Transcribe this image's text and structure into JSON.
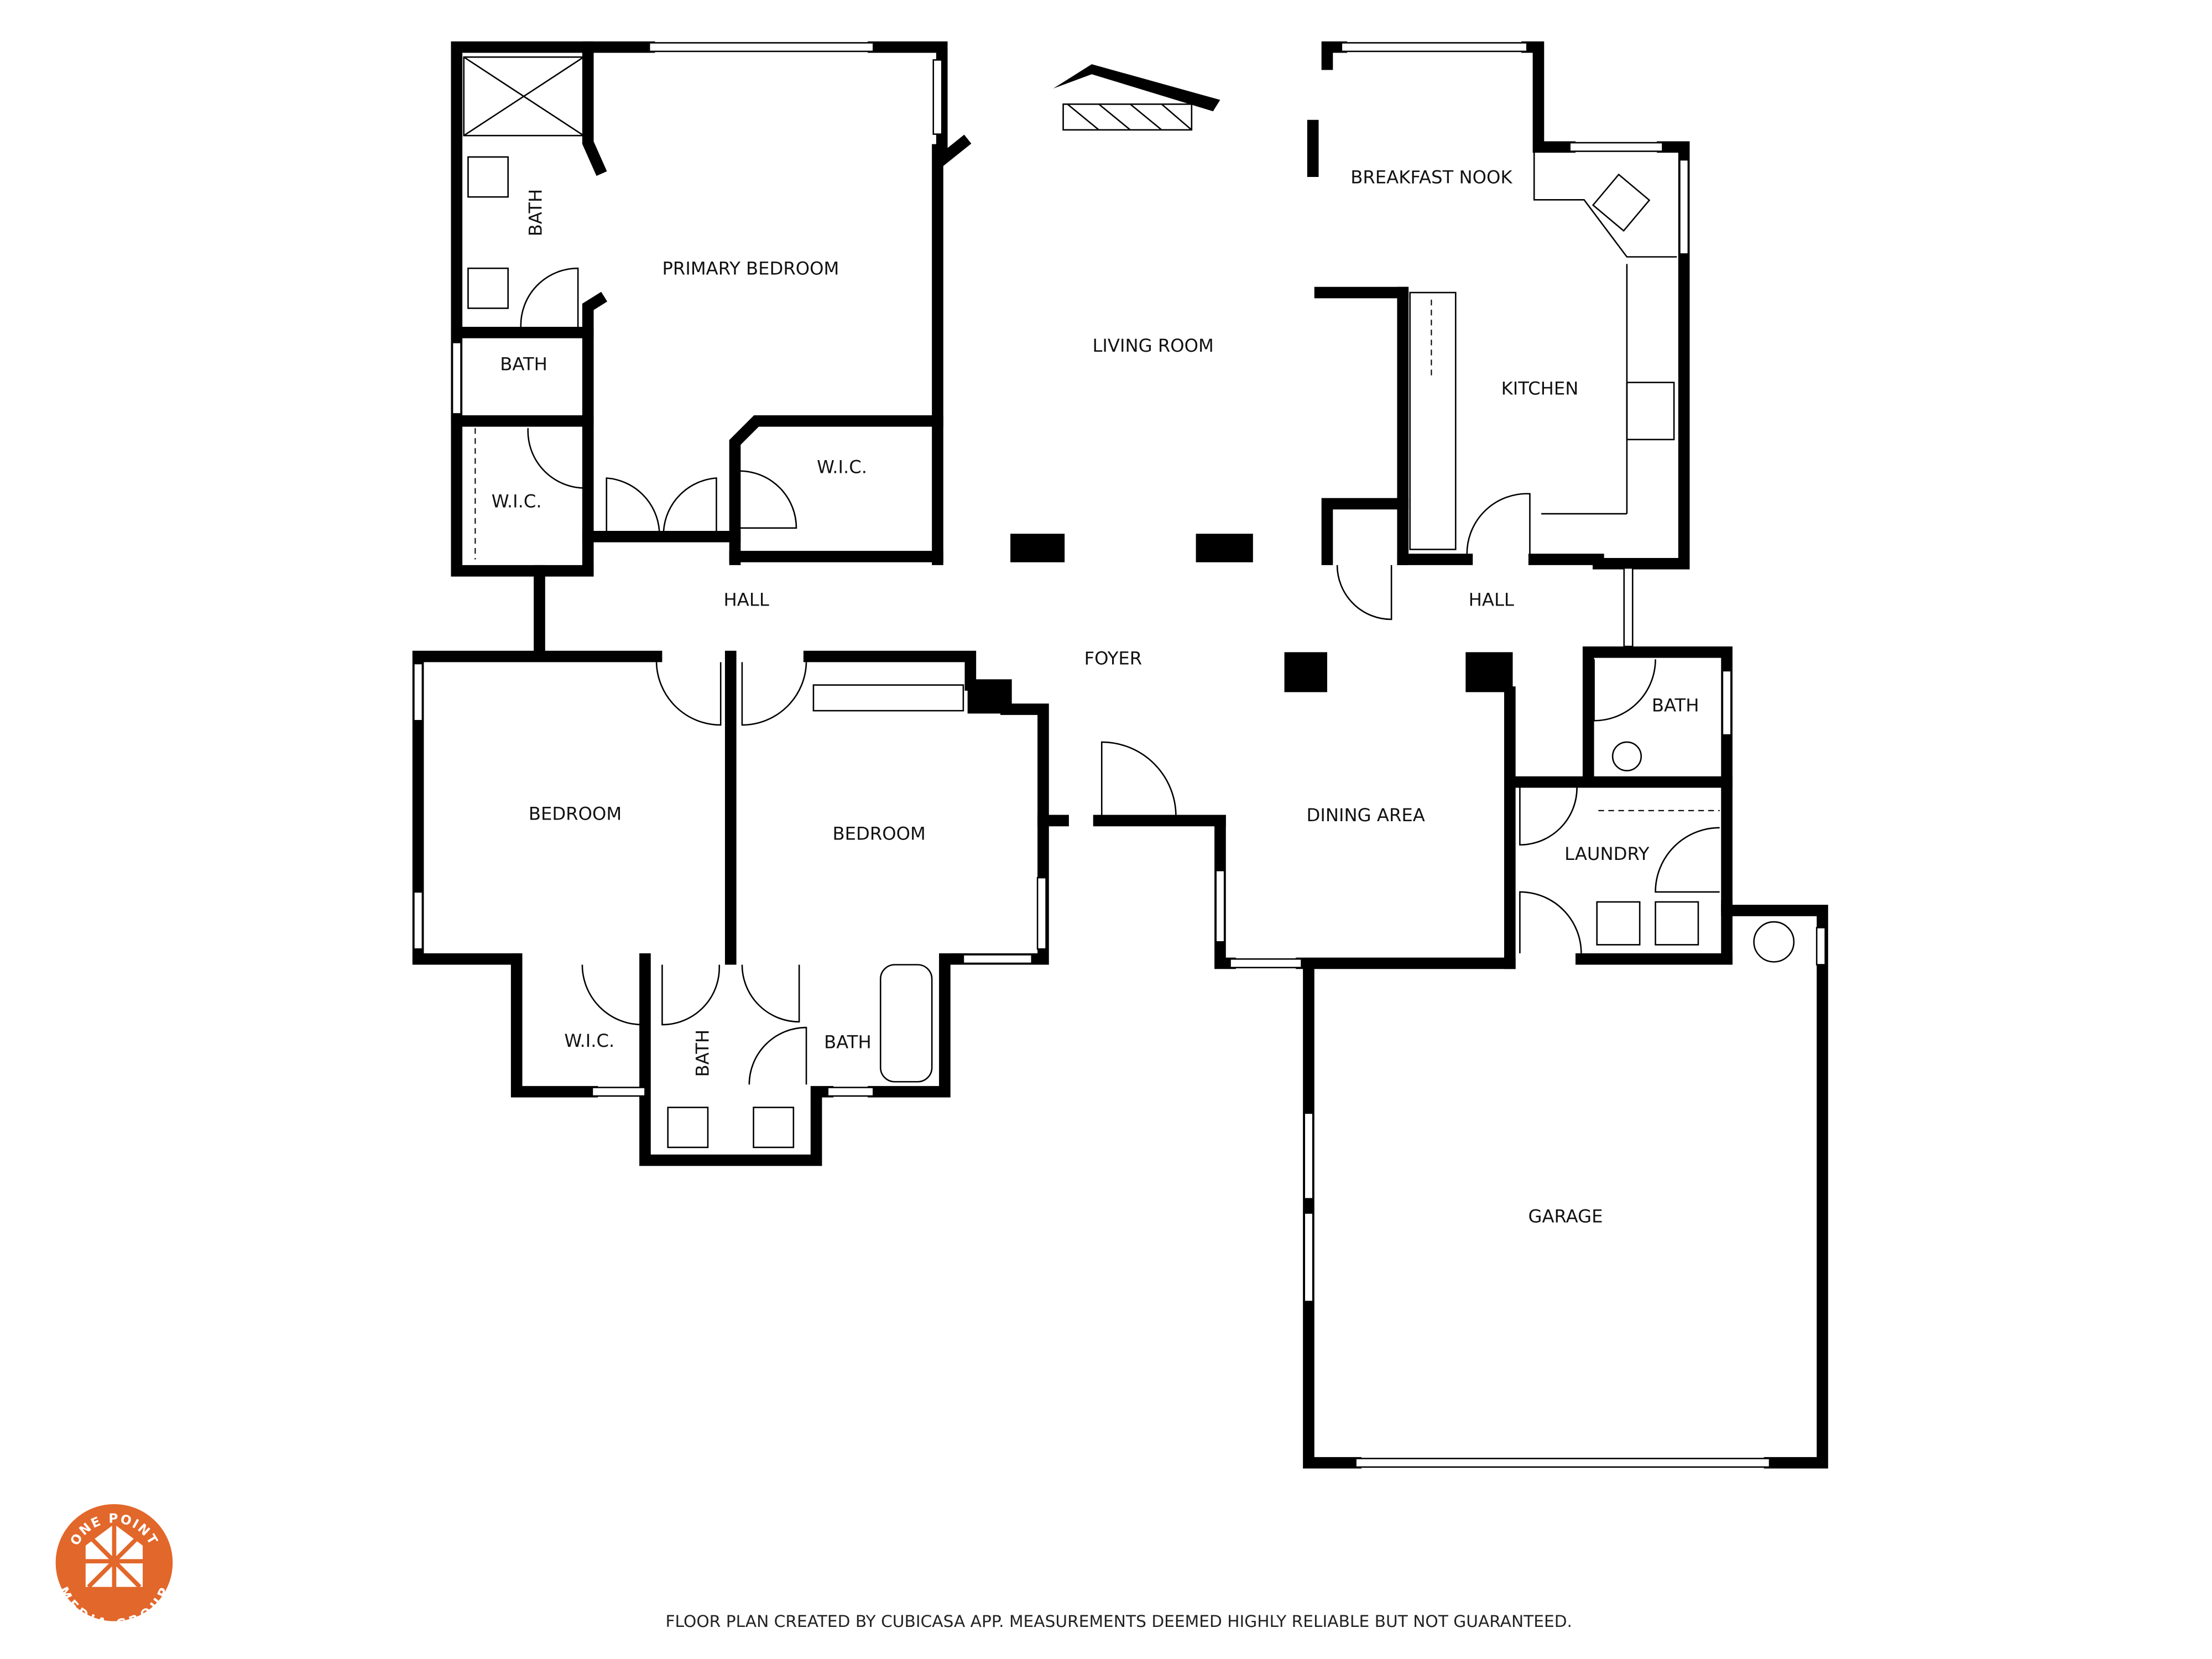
{
  "rooms": {
    "primary_bedroom": "PRIMARY BEDROOM",
    "primary_bath": "BATH",
    "half_bath": "BATH",
    "primary_wic_left": "W.I.C.",
    "primary_wic_right": "W.I.C.",
    "living_room": "LIVING ROOM",
    "breakfast_nook": "BREAKFAST NOOK",
    "kitchen": "KITCHEN",
    "hall_left": "HALL",
    "hall_right": "HALL",
    "foyer": "FOYER",
    "bedroom_1": "BEDROOM",
    "bedroom_2": "BEDROOM",
    "dining_area": "DINING AREA",
    "bath_right": "BATH",
    "laundry": "LAUNDRY",
    "wic_lower": "W.I.C.",
    "bath_lower_vertical": "BATH",
    "bath_lower": "BATH",
    "garage": "GARAGE"
  },
  "footer": {
    "disclaimer": "FLOOR PLAN CREATED BY CUBICASA APP. MEASUREMENTS DEEMED HIGHLY RELIABLE BUT NOT GUARANTEED."
  },
  "logo": {
    "top_text": "ONE POINT",
    "bottom_text": "MEDIA GROUP",
    "color": "#E2672A"
  },
  "colors": {
    "wall": "#000000",
    "background": "#FFFFFF"
  }
}
